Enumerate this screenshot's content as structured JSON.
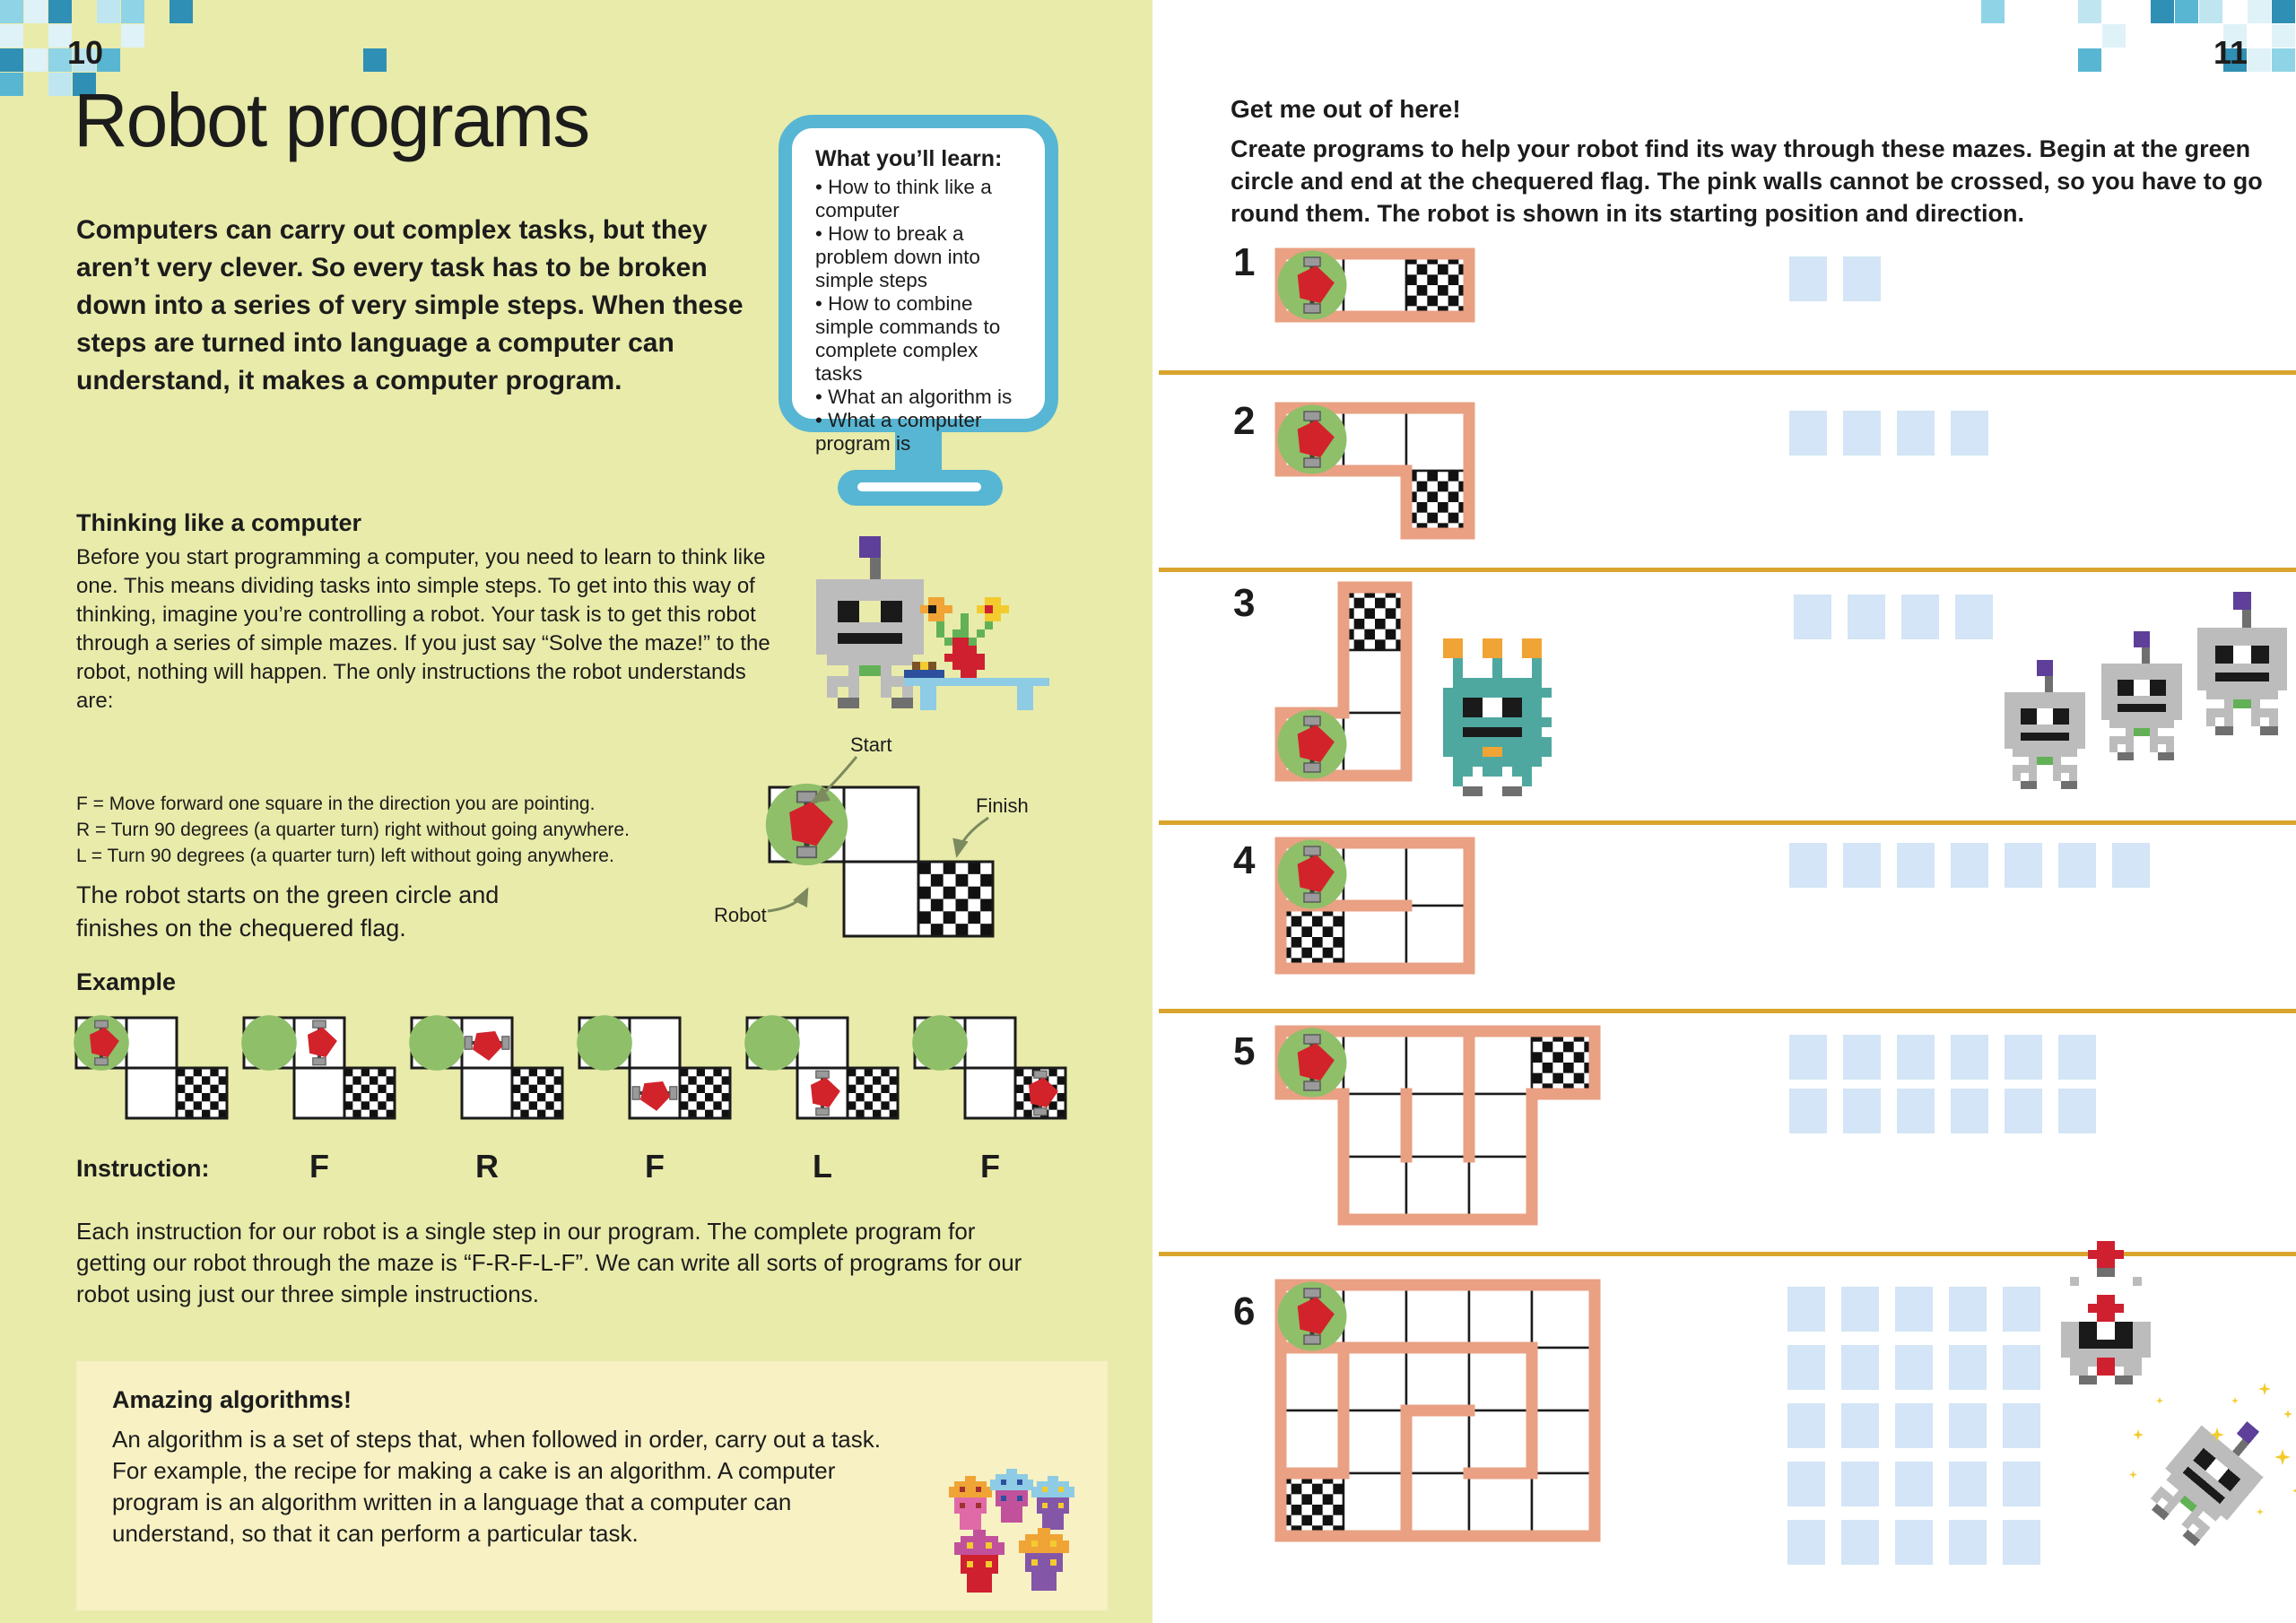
{
  "colors": {
    "bg_left": "#e9ebaa",
    "box": "#f7f1c3",
    "pink_wall": "#e9a083",
    "green": "#8fbf69",
    "robot_red": "#d2232b",
    "answer_blue": "#d3e5f6",
    "gold": "#d9a52e",
    "monitor_blue": "#57b6d3",
    "text": "#1c1c1c",
    "mosaic": [
      "#8ed4e6",
      "#bfe6f0",
      "#58b6d3",
      "#2f8fb4",
      "#dff2f7"
    ]
  },
  "page_left": {
    "page_number": "10",
    "title": "Robot programs",
    "intro": "Computers can carry out complex tasks, but they aren’t very clever. So every task has to be broken down into a series of very simple steps. When these steps are turned into language a computer can understand, it makes a computer program.",
    "learn_box": {
      "heading": "What you’ll learn:",
      "items": [
        "How to think like a computer",
        "How to break a problem down into simple steps",
        "How to combine simple commands to complete complex tasks",
        "What an algorithm is",
        "What a computer program is"
      ]
    },
    "thinking": {
      "heading": "Thinking like a computer",
      "body": "Before you start programming a computer, you need to learn to think like one. This means dividing tasks into simple steps. To get into this way of thinking, imagine you’re controlling a robot. Your task is to get this robot through a series of simple mazes. If you just say “Solve the maze!” to the robot, nothing will happen. The only instructions the robot understands are:",
      "rules": [
        "F = Move forward one square in the direction you are pointing.",
        "R = Turn 90 degrees (a quarter turn) right without going anywhere.",
        "L = Turn 90 degrees (a quarter turn) left without going anywhere."
      ]
    },
    "start_note": "The robot starts on the green circle and finishes on the chequered flag.",
    "diagram_labels": {
      "start": "Start",
      "finish": "Finish",
      "robot": "Robot"
    },
    "example": {
      "heading": "Example",
      "instruction_label": "Instruction:",
      "cells": [
        [
          0,
          0,
          "s"
        ],
        [
          1,
          0,
          "e"
        ],
        [
          1,
          1,
          "e"
        ],
        [
          2,
          1,
          "f"
        ]
      ],
      "panels": [
        {
          "robot": [
            0,
            0,
            0
          ],
          "label": ""
        },
        {
          "robot": [
            1,
            0,
            0
          ],
          "label": "F"
        },
        {
          "robot": [
            1,
            0,
            1
          ],
          "label": "R"
        },
        {
          "robot": [
            1,
            1,
            1
          ],
          "label": "F"
        },
        {
          "robot": [
            1,
            1,
            0
          ],
          "label": "L"
        },
        {
          "robot": [
            2,
            1,
            0
          ],
          "label": "F"
        }
      ]
    },
    "program_para": "Each instruction for our robot is a single step in our program. The complete program for getting our robot through the maze is “F-R-F-L-F”. We can write all sorts of programs for our robot using just our three simple instructions.",
    "algorithms_box": {
      "heading": "Amazing algorithms!",
      "body": "An algorithm is a set of steps that, when followed in order, carry out a task. For example, the recipe for making a cake is an algorithm. A computer program is an algorithm written in a language that a computer can understand, so that it can perform a particular task."
    }
  },
  "page_right": {
    "page_number": "11",
    "heading": "Get me out of here!",
    "intro": "Create programs to help your robot find its way through these mazes. Begin at the green circle and end at the chequered flag. The pink walls cannot be crossed, so you have to go round them. The robot is shown in its starting position and direction.",
    "mazes": [
      {
        "number": "1",
        "cells": [
          [
            0,
            0,
            "s"
          ],
          [
            1,
            0,
            "e"
          ],
          [
            2,
            0,
            "f"
          ]
        ],
        "robot": [
          0,
          0,
          0
        ],
        "pink": [],
        "answers": {
          "rows": 1,
          "cols": 2
        }
      },
      {
        "number": "2",
        "cells": [
          [
            0,
            0,
            "s"
          ],
          [
            1,
            0,
            "e"
          ],
          [
            2,
            0,
            "e"
          ],
          [
            2,
            1,
            "f"
          ]
        ],
        "robot": [
          0,
          0,
          0
        ],
        "pink": [],
        "answers": {
          "rows": 1,
          "cols": 4
        }
      },
      {
        "number": "3",
        "cells": [
          [
            1,
            0,
            "f"
          ],
          [
            1,
            1,
            "e"
          ],
          [
            0,
            2,
            "s"
          ],
          [
            1,
            2,
            "e"
          ]
        ],
        "robot": [
          0,
          2,
          0
        ],
        "pink": [],
        "answers": {
          "rows": 1,
          "cols": 4
        }
      },
      {
        "number": "4",
        "cells": [
          [
            0,
            0,
            "s"
          ],
          [
            1,
            0,
            "e"
          ],
          [
            2,
            0,
            "e"
          ],
          [
            0,
            1,
            "f"
          ],
          [
            1,
            1,
            "e"
          ],
          [
            2,
            1,
            "e"
          ]
        ],
        "robot": [
          0,
          0,
          0
        ],
        "pink": [
          [
            "S",
            0,
            0
          ],
          [
            "S",
            1,
            0
          ]
        ],
        "answers": {
          "rows": 1,
          "cols": 7
        }
      },
      {
        "number": "5",
        "cells": [
          [
            0,
            0,
            "s"
          ],
          [
            1,
            0,
            "e"
          ],
          [
            2,
            0,
            "e"
          ],
          [
            3,
            0,
            "e"
          ],
          [
            4,
            0,
            "f"
          ],
          [
            1,
            1,
            "e"
          ],
          [
            2,
            1,
            "e"
          ],
          [
            3,
            1,
            "e"
          ],
          [
            1,
            2,
            "e"
          ],
          [
            2,
            2,
            "e"
          ],
          [
            3,
            2,
            "e"
          ]
        ],
        "robot": [
          0,
          0,
          0
        ],
        "pink": [
          [
            "E",
            2,
            0
          ],
          [
            "E",
            1,
            1
          ],
          [
            "E",
            2,
            1
          ]
        ],
        "answers": {
          "rows": 2,
          "cols": 6
        }
      },
      {
        "number": "6",
        "cells": [
          [
            0,
            0,
            "s"
          ],
          [
            1,
            0,
            "e"
          ],
          [
            2,
            0,
            "e"
          ],
          [
            3,
            0,
            "e"
          ],
          [
            4,
            0,
            "e"
          ],
          [
            0,
            1,
            "e"
          ],
          [
            1,
            1,
            "e"
          ],
          [
            2,
            1,
            "e"
          ],
          [
            3,
            1,
            "e"
          ],
          [
            4,
            1,
            "e"
          ],
          [
            0,
            2,
            "e"
          ],
          [
            1,
            2,
            "e"
          ],
          [
            2,
            2,
            "e"
          ],
          [
            3,
            2,
            "e"
          ],
          [
            4,
            2,
            "e"
          ],
          [
            0,
            3,
            "f"
          ],
          [
            1,
            3,
            "e"
          ],
          [
            2,
            3,
            "e"
          ],
          [
            3,
            3,
            "e"
          ],
          [
            4,
            3,
            "e"
          ]
        ],
        "robot": [
          0,
          0,
          0
        ],
        "pink": [
          [
            "S",
            0,
            0
          ],
          [
            "S",
            1,
            0
          ],
          [
            "S",
            2,
            0
          ],
          [
            "S",
            3,
            0
          ],
          [
            "E",
            0,
            1
          ],
          [
            "E",
            0,
            2
          ],
          [
            "E",
            3,
            1
          ],
          [
            "E",
            3,
            2
          ],
          [
            "S",
            2,
            1
          ],
          [
            "E",
            1,
            2
          ],
          [
            "E",
            1,
            3
          ],
          [
            "S",
            3,
            2
          ],
          [
            "S",
            0,
            2
          ]
        ],
        "answers": {
          "rows": 5,
          "cols": 5
        }
      }
    ]
  },
  "sprites": {
    "palette": {
      "G": "#bcbcbc",
      "D": "#6f6f6f",
      "K": "#1a1a1a",
      "P": "#5e3f99",
      "g": "#63b157",
      "T": "#4fa8a0",
      "O": "#f0a435",
      "Y": "#f3cb2e",
      "R": "#cf2030",
      "W": "#ffffff",
      "B": "#8ecbe4",
      "U": "#2c4f9e",
      "N": "#7a5226",
      "M": "#c2519c",
      "V": "#8456a8",
      "F": "#f0a435",
      "C": "#e06aa8",
      "S": "#a03030"
    },
    "grey_robot": [
      ".....PP.....",
      ".....PP.....",
      "......D.....",
      "......D.....",
      ".GGGGGGGGGG.",
      ".GGGGGGGGGG.",
      ".GGKK..KKGG.",
      ".GGKK..KKGG.",
      ".GGGGGGGGGG.",
      ".GGKKKKKKGG.",
      ".GGGGGGGGGG.",
      "..GGGGGGGG..",
      "....GggG....",
      "..GGG..GGG..",
      "..G.G..G.G..",
      "...DD...DD.."
    ],
    "alien": [
      ".OO..OO..OO..",
      ".OO..OO..OO..",
      "..T...T...T..",
      "..T...T...T..",
      "..TTTTTTTTT..",
      ".TTTTTTTTTTT.",
      ".TTKK..KKTT..",
      ".TTKK..KKTT..",
      ".TTTTTTTTTTT.",
      ".TTKKKKKKTT..",
      ".TTTTTTTTTTT.",
      ".TTTTOOTTTTT.",
      "..TTTTTTTTT..",
      "..TT.TT.TT...",
      "..T......T...",
      "...DD..DD...."
    ],
    "nurse_robot": [
      ".....RR.....",
      "....RRRR....",
      ".....RR.....",
      ".....DD.....",
      "..G......G..",
      ".WWWWWWWWWW.",
      ".WWWWRRWWWW.",
      ".WWWRRRRWWW.",
      ".WWWWRRWWWW.",
      ".GGKK..KKGG.",
      ".GGKK..KKGG.",
      ".GGKKKKKKGG.",
      ".GGGGGGGGGG.",
      "..GGGRRGGG..",
      "..GG.RR.GG..",
      "...DD..DD..."
    ],
    "cupcake": [
      "...FF...",
      ".FFFFFF.",
      "FFSFFSFF",
      "FFFFFFFF",
      ".CCCCCC.",
      ".CSCCSC.",
      ".CCCCCC.",
      "..CCCC..",
      "..CCCC..",
      "..CCCC.."
    ],
    "table_scene": [
      "...OO.....YY......",
      "..OKOO...YRYY.....",
      "...OO..g..YY......",
      "....g..g..g.......",
      "....g.gg.g........",
      ".....gRRg.........",
      "......RRR.........",
      ".....RRRRR........",
      ".NYN..RRRR........",
      "UUUUU..RR.........",
      "BBBBBBBBBBBBBBBBBB",
      "..BB..........BB..",
      "..BB..........BB..",
      "..BB..........BB.."
    ]
  }
}
